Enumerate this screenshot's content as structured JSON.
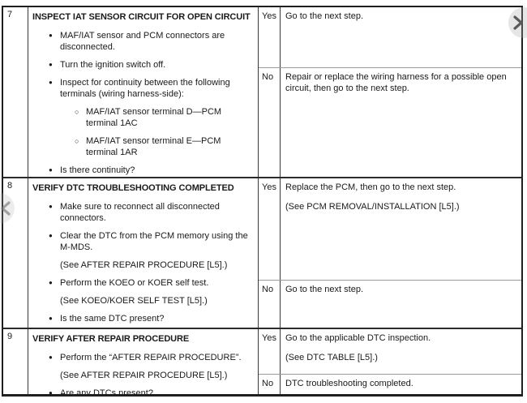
{
  "colors": {
    "outer_border": "#1f1f1f",
    "grid_dark": "#3a3a3a",
    "grid_light": "#9a9a9a",
    "text": "#1a1a1a",
    "chevron": "#5a5a5a"
  },
  "nav": {
    "next_icon": "chevron-right",
    "prev_icon": "chevron-left"
  },
  "table": {
    "rows": [
      {
        "step": "7",
        "title": "INSPECT IAT SENSOR CIRCUIT FOR OPEN CIRCUIT",
        "items": [
          {
            "type": "bullet",
            "text": "MAF/IAT sensor and PCM connectors are disconnected."
          },
          {
            "type": "bullet",
            "text": "Turn the ignition switch off."
          },
          {
            "type": "bullet",
            "text": "Inspect for continuity between the following terminals (wiring harness-side):"
          },
          {
            "type": "sub",
            "text": "MAF/IAT sensor terminal D—PCM terminal 1AC"
          },
          {
            "type": "sub",
            "text": "MAF/IAT sensor terminal E—PCM terminal 1AR"
          },
          {
            "type": "bullet",
            "text": "Is there continuity?"
          }
        ],
        "yes_label": "Yes",
        "yes_lines": [
          "Go to the next step."
        ],
        "no_label": "No",
        "no_lines": [
          "Repair or replace the wiring harness for a possible open circuit, then go to the next step."
        ]
      },
      {
        "step": "8",
        "title": "VERIFY DTC TROUBLESHOOTING COMPLETED",
        "items": [
          {
            "type": "bullet",
            "text": "Make sure to reconnect all disconnected connectors."
          },
          {
            "type": "bullet",
            "text": "Clear the DTC from the PCM memory using the M-MDS."
          },
          {
            "type": "note",
            "text": "(See AFTER REPAIR PROCEDURE [L5].)"
          },
          {
            "type": "bullet",
            "text": "Perform the KOEO or KOER self test."
          },
          {
            "type": "note",
            "text": "(See KOEO/KOER SELF TEST [L5].)"
          },
          {
            "type": "bullet",
            "text": "Is the same DTC present?"
          }
        ],
        "yes_label": "Yes",
        "yes_lines": [
          "Replace the PCM, then go to the next step.",
          "(See PCM REMOVAL/INSTALLATION [L5].)"
        ],
        "no_label": "No",
        "no_lines": [
          "Go to the next step."
        ]
      },
      {
        "step": "9",
        "title": "VERIFY AFTER REPAIR PROCEDURE",
        "items": [
          {
            "type": "bullet",
            "text": "Perform the “AFTER REPAIR PROCEDURE”."
          },
          {
            "type": "note",
            "text": "(See AFTER REPAIR PROCEDURE [L5].)"
          },
          {
            "type": "bullet",
            "text": "Are any DTCs present?"
          }
        ],
        "yes_label": "Yes",
        "yes_lines": [
          "Go to the applicable DTC inspection.",
          "(See DTC TABLE [L5].)"
        ],
        "no_label": "No",
        "no_lines": [
          "DTC troubleshooting completed."
        ]
      }
    ]
  }
}
